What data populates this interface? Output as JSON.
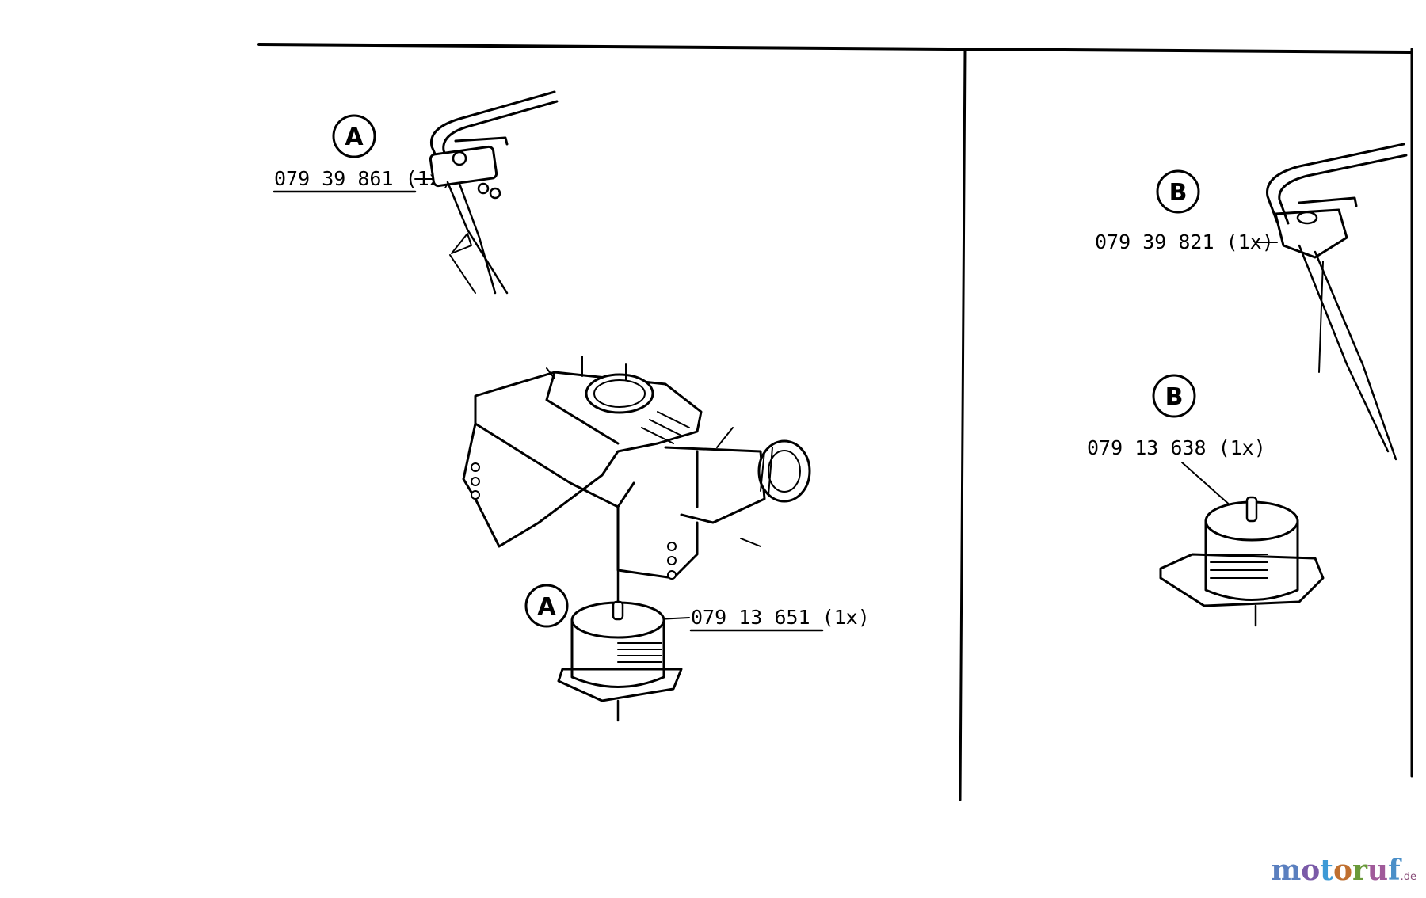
{
  "panel_a": {
    "section_letter": "A",
    "switch_part": "079 39 861 (1x)",
    "motor_part": "079 13 651 (1x)"
  },
  "panel_b": {
    "section_letter": "B",
    "switch_part": "079 39 821 (1x)",
    "motor_part": "079 13 638 (1x)"
  },
  "watermark": {
    "text": "motoruf",
    "suffix": ".de",
    "letter_colors": [
      "#5a7fbf",
      "#7a5aa8",
      "#3d9ad6",
      "#c07030",
      "#6a9a3a",
      "#a05a9a",
      "#4b8fc8"
    ]
  }
}
